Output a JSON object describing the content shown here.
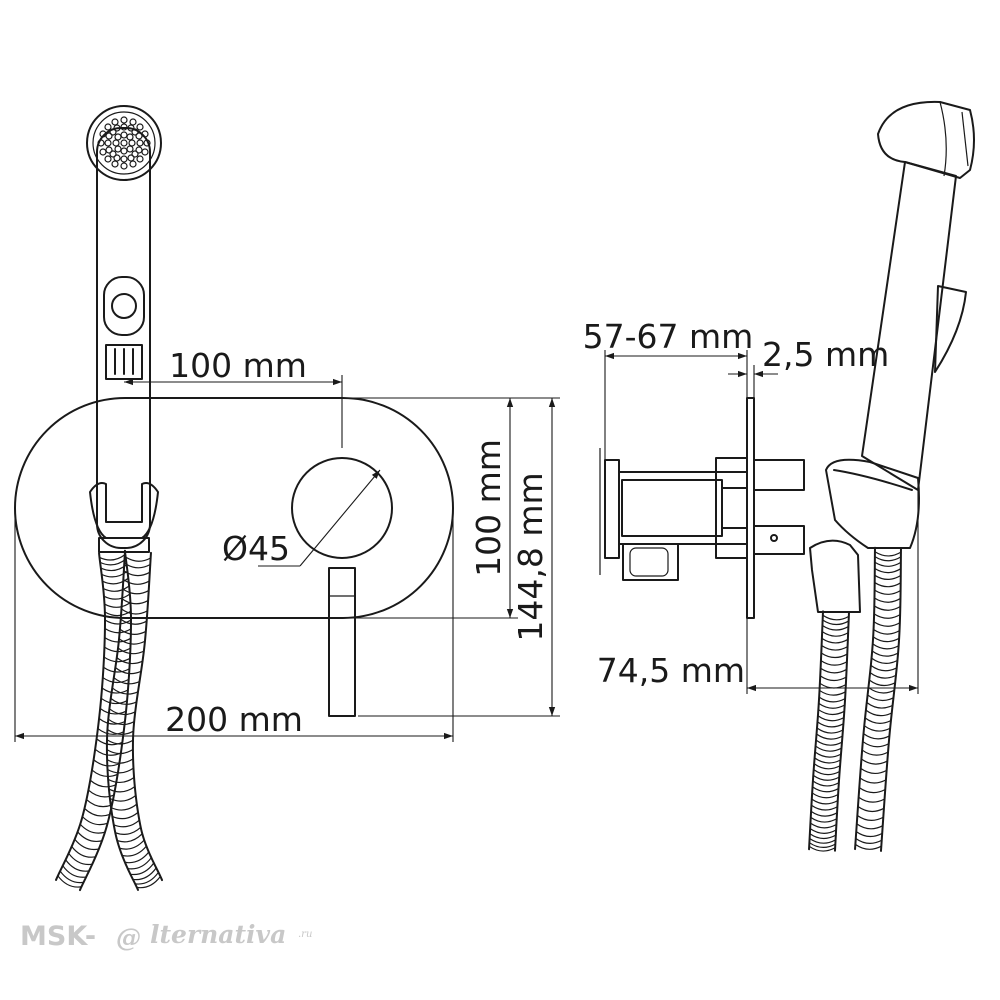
{
  "dimensions": {
    "handle_to_center": "100 mm",
    "diameter": "Ø45",
    "plate_height": "100 mm",
    "total_height": "144,8 mm",
    "plate_width": "200 mm",
    "wall_depth": "57-67 mm",
    "plate_thickness": "2,5 mm",
    "projection": "74,5 mm"
  },
  "watermark": {
    "prefix": "MSK-",
    "symbol": "@",
    "suffix": "lternativa",
    "domain": ".ru"
  }
}
